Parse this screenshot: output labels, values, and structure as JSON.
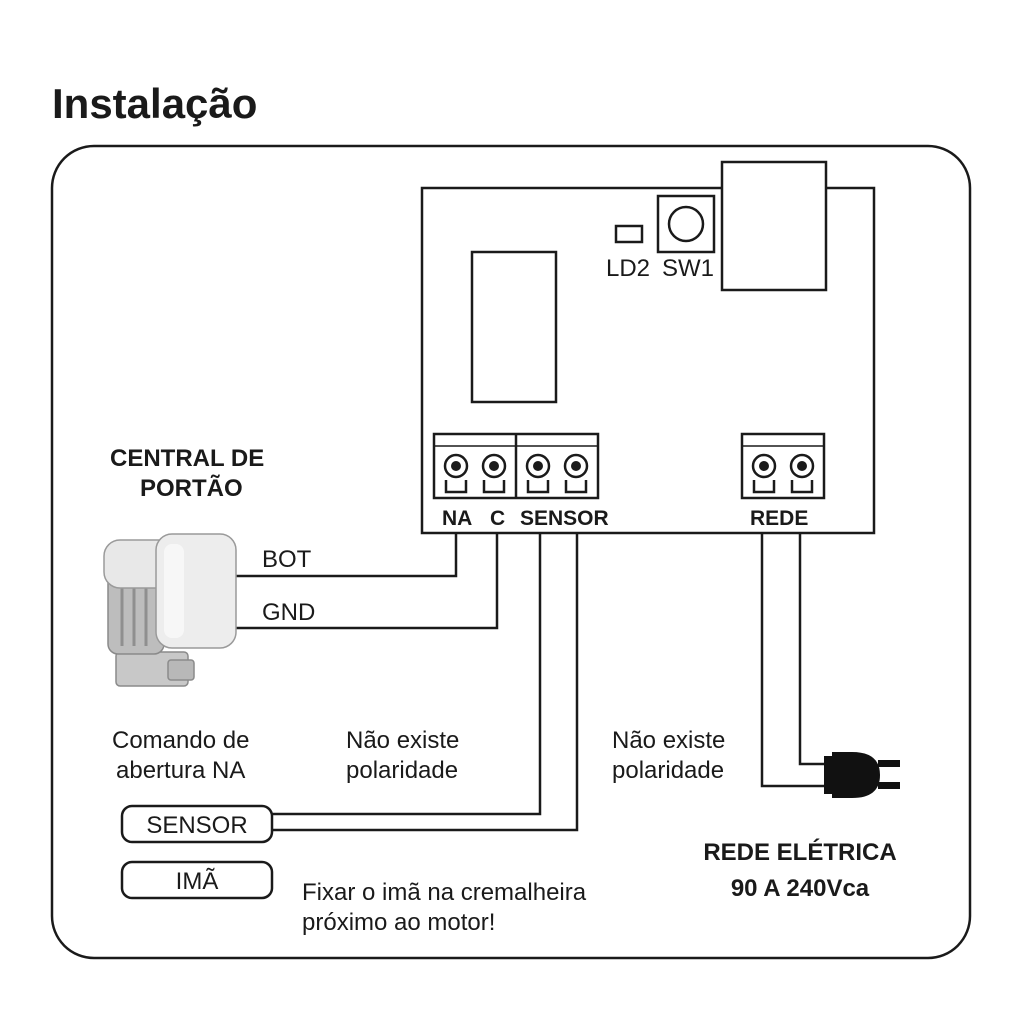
{
  "title": "Instalação",
  "board": {
    "led_label": "LD2",
    "switch_label": "SW1",
    "terminal_na": "NA",
    "terminal_c": "C",
    "terminal_sensor": "SENSOR",
    "terminal_rede": "REDE"
  },
  "gate_central": {
    "label_line1": "CENTRAL DE",
    "label_line2": "PORTÃO",
    "wire_bot": "BOT",
    "wire_gnd": "GND",
    "note_line1": "Comando de",
    "note_line2": "abertura NA"
  },
  "notes": {
    "sensor_polarity_line1": "Não existe",
    "sensor_polarity_line2": "polaridade",
    "power_polarity_line1": "Não existe",
    "power_polarity_line2": "polaridade",
    "magnet_line1": "Fixar o imã na cremalheira",
    "magnet_line2": "próximo ao motor!"
  },
  "sensor_box": "SENSOR",
  "magnet_box": "IMÃ",
  "power": {
    "label_line1": "REDE ELÉTRICA",
    "label_line2": "90 A 240Vca"
  },
  "colors": {
    "line": "#1a1a1a",
    "motor_body": "#e8e8e8",
    "motor_shadow": "#9a9a9a"
  }
}
